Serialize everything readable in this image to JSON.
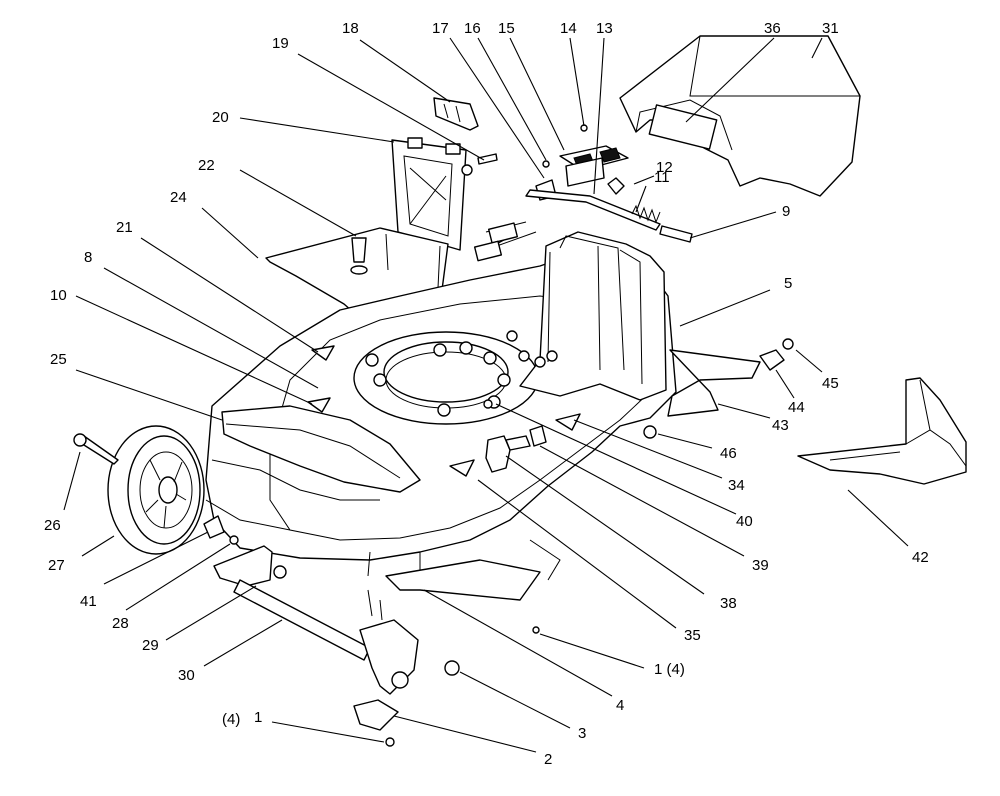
{
  "callouts": [
    {
      "label": "18"
    },
    {
      "label": "19"
    },
    {
      "label": "17"
    },
    {
      "label": "16"
    },
    {
      "label": "15"
    },
    {
      "label": "14"
    },
    {
      "label": "13"
    },
    {
      "label": "36"
    },
    {
      "label": "31"
    },
    {
      "label": "20"
    },
    {
      "label": "12"
    },
    {
      "label": "11"
    },
    {
      "label": "22"
    },
    {
      "label": "9"
    },
    {
      "label": "24"
    },
    {
      "label": "21"
    },
    {
      "label": "8"
    },
    {
      "label": "5"
    },
    {
      "label": "10"
    },
    {
      "label": "25"
    },
    {
      "label": "45"
    },
    {
      "label": "44"
    },
    {
      "label": "43"
    },
    {
      "label": "46"
    },
    {
      "label": "34"
    },
    {
      "label": "40"
    },
    {
      "label": "26"
    },
    {
      "label": "27"
    },
    {
      "label": "39"
    },
    {
      "label": "42"
    },
    {
      "label": "41"
    },
    {
      "label": "38"
    },
    {
      "label": "28"
    },
    {
      "label": "29"
    },
    {
      "label": "35"
    },
    {
      "label": "1 (4)"
    },
    {
      "label": "30"
    },
    {
      "label": "4"
    },
    {
      "label": "3"
    },
    {
      "label": "(4)"
    },
    {
      "label": "1"
    },
    {
      "label": "2"
    }
  ]
}
